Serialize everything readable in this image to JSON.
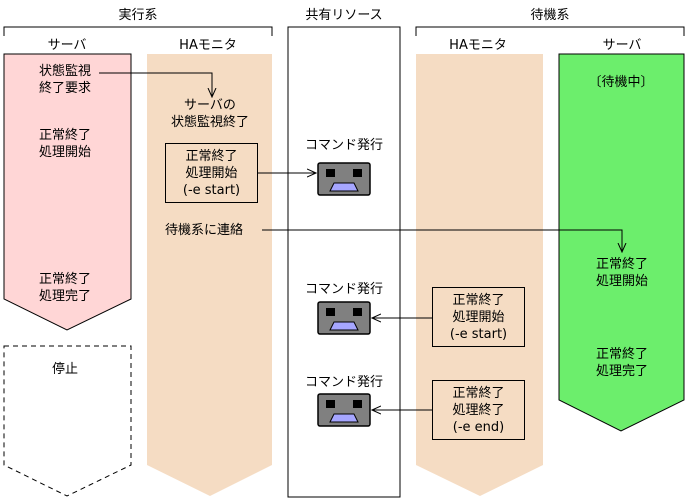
{
  "colors": {
    "active_server_fill": "#ffd6d6",
    "monitor_fill": "#f5dcc3",
    "standby_server_fill": "#6cee6c",
    "line": "#000000",
    "device_body": "#808080",
    "device_screen": "#000000",
    "device_accent": "#a6a6ff",
    "background": "#ffffff"
  },
  "groups": {
    "active": "実行系",
    "shared": "共有リソース",
    "standby": "待機系"
  },
  "columns": {
    "active_server": "サーバ",
    "active_monitor": "HAモニタ",
    "standby_monitor": "HAモニタ",
    "standby_server": "サーバ"
  },
  "active_server": {
    "request": "状態監視\n終了要求",
    "start": "正常終了\n処理開始",
    "complete": "正常終了\n処理完了",
    "stopped": "停止"
  },
  "active_monitor": {
    "monitor_end": "サーバの\n状態監視終了",
    "start_box": "正常終了\n処理開始\n(-e start)",
    "notify": "待機系に連絡"
  },
  "shared": {
    "command_1": "コマンド発行",
    "command_2": "コマンド発行",
    "command_3": "コマンド発行"
  },
  "standby_monitor": {
    "start_box": "正常終了\n処理開始\n(-e start)",
    "end_box": "正常終了\n処理終了\n(-e end)"
  },
  "standby_server": {
    "waiting": "〔待機中〕",
    "start": "正常終了\n処理開始",
    "complete": "正常終了\n処理完了"
  },
  "icons": {
    "device": "disk-device-icon"
  }
}
